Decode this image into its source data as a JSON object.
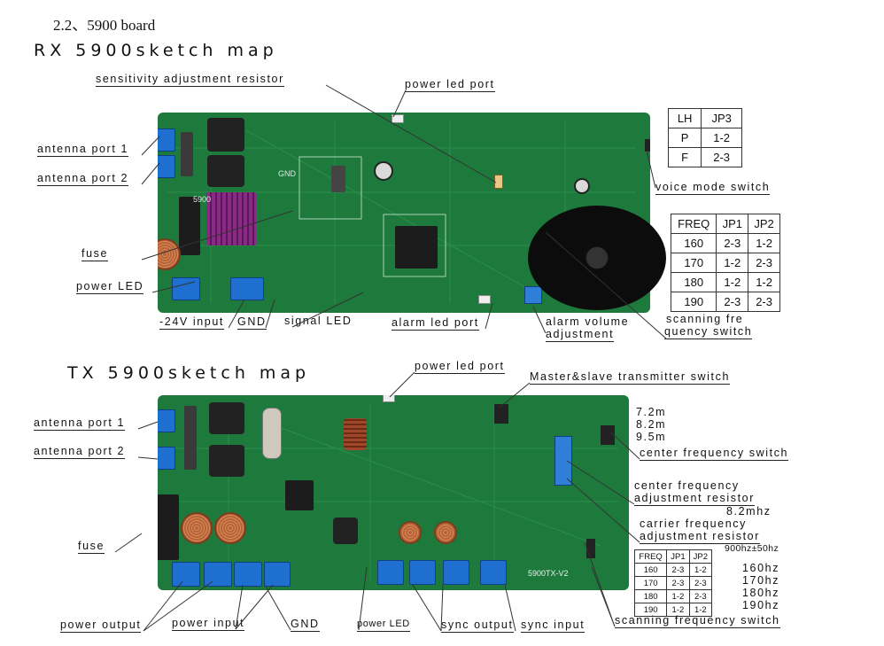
{
  "section_heading": "2.2、5900 board",
  "rx": {
    "title": "RX 5900sketch map",
    "labels": {
      "sensitivity": "sensitivity adjustment resistor",
      "power_led_port": "power led port",
      "antenna1": "antenna port 1",
      "antenna2": "antenna port 2",
      "fuse": "fuse",
      "power_led": "power LED",
      "input_24v": "-24V input",
      "gnd": "GND",
      "signal_led": "signal LED",
      "alarm_led_port": "alarm led port",
      "alarm_volume_1": "alarm volume",
      "alarm_volume_2": "adjustment",
      "voice_mode": "voice mode switch",
      "scan_1": "scanning fre",
      "scan_2": "quency switch"
    },
    "jp3_table": [
      [
        "LH",
        "JP3"
      ],
      [
        "P",
        "1-2"
      ],
      [
        "F",
        "2-3"
      ]
    ],
    "freq_table": [
      [
        "FREQ",
        "JP1",
        "JP2"
      ],
      [
        "160",
        "2-3",
        "1-2"
      ],
      [
        "170",
        "1-2",
        "2-3"
      ],
      [
        "180",
        "1-2",
        "1-2"
      ],
      [
        "190",
        "2-3",
        "2-3"
      ]
    ],
    "silk": {
      "gnd": "GND",
      "model": "5900"
    },
    "colors": {
      "pcb": "#1e7a3c",
      "terminal": "#1f6fd1",
      "heatsink": "#8a2a86"
    }
  },
  "tx": {
    "title": "TX 5900sketch map",
    "labels": {
      "power_led_port": "power led port",
      "master_slave": "Master&slave transmitter switch",
      "antenna1": "antenna port 1",
      "antenna2": "antenna port 2",
      "fuse": "fuse",
      "power_output": "power output",
      "power_input": "power input",
      "gnd": "GND",
      "power_led": "power LED",
      "sync_output": "sync output",
      "sync_input": "sync input",
      "scanning_switch": "scanning frequency switch",
      "center_switch": "center frequency switch",
      "center_res_1": "center frequency",
      "center_res_2": "adjustment resistor",
      "center_res_val": "8.2mhz",
      "carrier_res_1": "carrier frequency",
      "carrier_res_2": "adjustment resistor",
      "carrier_res_val": "900hz±50hz"
    },
    "center_freq_values": [
      "7.2m",
      "8.2m",
      "9.5m"
    ],
    "scan_freq_values": [
      "160hz",
      "170hz",
      "180hz",
      "190hz"
    ],
    "freq_table": [
      [
        "FREQ",
        "JP1",
        "JP2"
      ],
      [
        "160",
        "2-3",
        "1-2"
      ],
      [
        "170",
        "2-3",
        "2-3"
      ],
      [
        "180",
        "1-2",
        "2-3"
      ],
      [
        "190",
        "1-2",
        "1-2"
      ]
    ],
    "silk": {
      "model": "5900TX-V2"
    }
  }
}
